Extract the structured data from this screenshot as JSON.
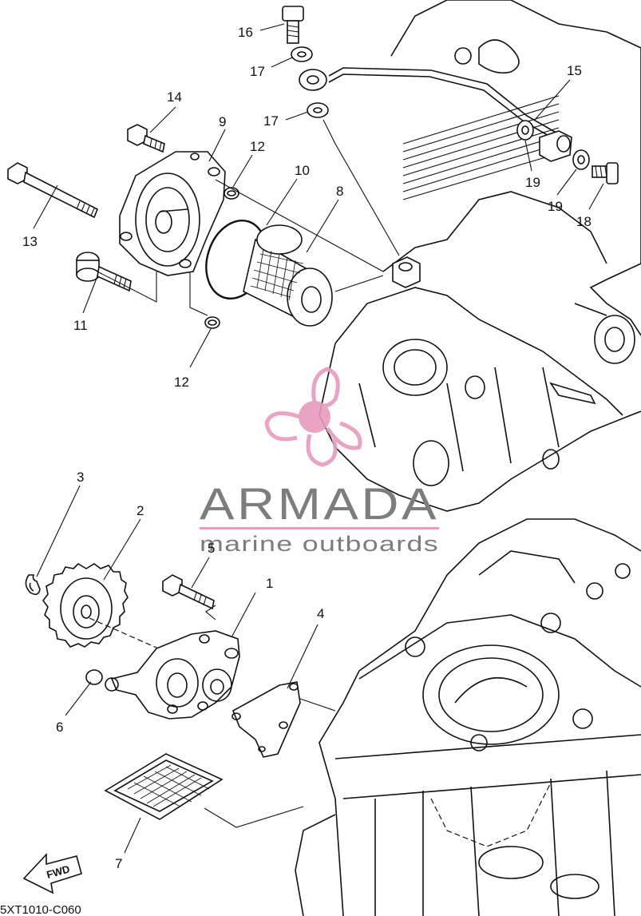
{
  "diagram": {
    "drawing_code": "5XT1010-C060",
    "fwd_label": "FWD",
    "callouts": [
      {
        "id": "c1",
        "label": "1"
      },
      {
        "id": "c2",
        "label": "2"
      },
      {
        "id": "c3",
        "label": "3"
      },
      {
        "id": "c4",
        "label": "4"
      },
      {
        "id": "c5",
        "label": "5"
      },
      {
        "id": "c6",
        "label": "6"
      },
      {
        "id": "c7",
        "label": "7"
      },
      {
        "id": "c8",
        "label": "8"
      },
      {
        "id": "c9",
        "label": "9"
      },
      {
        "id": "c10",
        "label": "10"
      },
      {
        "id": "c11",
        "label": "11"
      },
      {
        "id": "c12a",
        "label": "12"
      },
      {
        "id": "c12b",
        "label": "12"
      },
      {
        "id": "c13",
        "label": "13"
      },
      {
        "id": "c14",
        "label": "14"
      },
      {
        "id": "c15",
        "label": "15"
      },
      {
        "id": "c16",
        "label": "16"
      },
      {
        "id": "c17a",
        "label": "17"
      },
      {
        "id": "c17b",
        "label": "17"
      },
      {
        "id": "c18",
        "label": "18"
      },
      {
        "id": "c19a",
        "label": "19"
      },
      {
        "id": "c19b",
        "label": "19"
      }
    ]
  },
  "watermark": {
    "brand": "ARMADA",
    "tagline": "marine outboards",
    "accent_color": "#e79bbf",
    "text_color": "#7d7d7d"
  }
}
